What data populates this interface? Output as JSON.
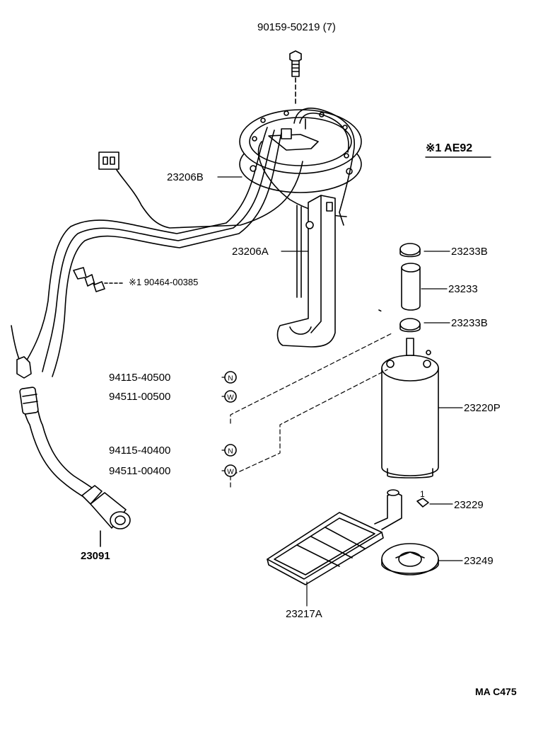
{
  "labels": {
    "bolt": "90159-50219 (7)",
    "gauge_plate": "23206B",
    "bracket": "23206A",
    "clamp_note": "※1 90464-00385",
    "nut_1": "94115-40500",
    "washer_1": "94511-00500",
    "nut_2": "94115-40400",
    "washer_2": "94511-00400",
    "hose_assy": "23091",
    "clamp_upper": "23233B",
    "hose": "23233",
    "clamp_lower": "23233B",
    "pump": "23220P",
    "clip": "23229",
    "clip_qty": "1",
    "cushion": "23249",
    "filter": "23217A",
    "variant_note": "※1 AE92",
    "figure_code": "MA C475"
  },
  "symbols": {
    "nut": "N",
    "washer": "W"
  },
  "colors": {
    "line": "#000000",
    "background": "#ffffff"
  }
}
